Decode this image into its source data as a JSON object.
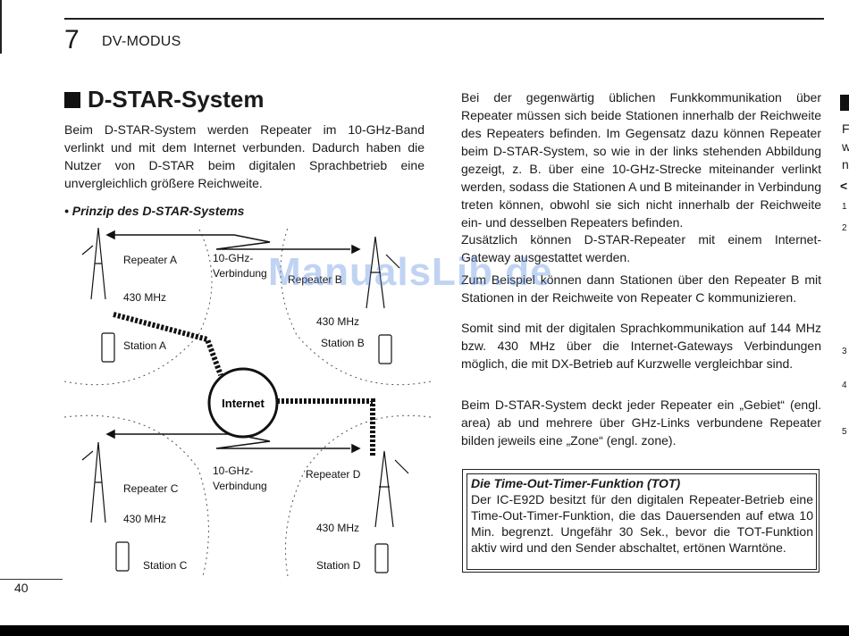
{
  "header": {
    "chapter_number": "7",
    "chapter_title": "DV-MODUS"
  },
  "page_number": "40",
  "section": {
    "title": "D-STAR-System"
  },
  "intro_text": "Beim D-STAR-System werden Repeater im 10-GHz-Band verlinkt und mit dem Internet verbunden. Dadurch haben die Nutzer von D-STAR beim digitalen Sprachbetrieb eine unvergleichlich größere Reichweite.",
  "diagram": {
    "title": "• Prinzip des D-STAR-Systems",
    "repeater_a": "Repeater A",
    "repeater_b": "Repeater B",
    "repeater_c": "Repeater C",
    "repeater_d": "Repeater D",
    "station_a": "Station A",
    "station_b": "Station B",
    "station_c": "Station C",
    "station_d": "Station D",
    "freq_a": "430 MHz",
    "freq_b": "430 MHz",
    "freq_c": "430 MHz",
    "freq_d": "430 MHz",
    "link_top_1": "10-GHz-",
    "link_top_2": "Verbindung",
    "link_bottom_1": "10-GHz-",
    "link_bottom_2": "Verbindung",
    "internet": "Internet"
  },
  "right_column": {
    "p1": "Bei der gegenwärtig üblichen Funkkommunikation über Repeater müssen sich beide Stationen innerhalb der Reichweite des Repeaters befinden. Im Gegensatz dazu können Repeater beim D-STAR-System, so wie in der links stehenden Abbildung gezeigt, z. B. über eine 10-GHz-Strecke miteinander verlinkt werden, sodass die Stationen A und B miteinander in Verbindung treten können, obwohl sie sich nicht innerhalb der Reichweite ein- und desselben Repeaters befinden.",
    "p2": "Zusätzlich können D-STAR-Repeater mit einem Internet-Gateway ausgestattet werden.",
    "p3": "Zum Beispiel können dann Stationen über den Repeater B mit Stationen in der Reichweite von Repeater C kommunizieren.",
    "p4": "Somit sind mit der digitalen Sprachkommunikation auf 144 MHz bzw. 430 MHz über die Internet-Gateways Verbindungen möglich, die mit DX-Betrieb auf Kurzwelle vergleichbar sind.",
    "p5": "Beim D-STAR-System deckt jeder Repeater ein „Gebiet“ (engl. area) ab und mehrere über GHz-Links verbundene Repeater bilden jeweils eine „Zone“ (engl. zone)."
  },
  "tot_box": {
    "title": "Die Time-Out-Timer-Funktion (TOT)",
    "text": "Der IC-E92D besitzt für den digitalen Repeater-Betrieb eine Time-Out-Timer-Funktion, die das Dauersenden auf etwa 10 Min. begrenzt. Ungefähr 30 Sek., bevor die TOT-Funktion aktiv wird und den Sender abschaltet, ertönen Warntöne."
  },
  "watermark": "ManualsLib.de",
  "next_page_edge": [
    "F",
    "w",
    "n",
    "<",
    "1",
    "2",
    "3",
    "4",
    "5"
  ]
}
